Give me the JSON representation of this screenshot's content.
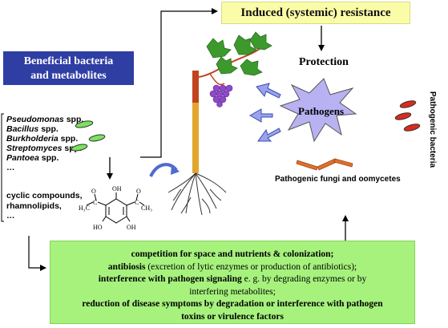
{
  "induced_resistance": "Induced (systemic) resistance",
  "beneficial": {
    "line1": "Beneficial bacteria",
    "line2": "and metabolites"
  },
  "protection": "Protection",
  "pathogens": "Pathogens",
  "pathogenic_bacteria": "Pathogenic bacteria",
  "pathogenic_fungi": "Pathogenic fungi and oomycetes",
  "species": [
    {
      "genus": "Pseudomonas",
      "suffix": " spp."
    },
    {
      "genus": "Bacillus",
      "suffix": " spp."
    },
    {
      "genus": "Burkholderia",
      "suffix": " spp."
    },
    {
      "genus": "Streptomyces",
      "suffix": " spp."
    },
    {
      "genus": "Pantoea",
      "suffix": " spp."
    }
  ],
  "species_more": "…",
  "compounds": {
    "line1": "cyclic compounds,",
    "line2": "rhamnolipids,",
    "line3": "…"
  },
  "molecule_labels": {
    "oh_top": "OH",
    "o_left": "O",
    "o_right": "O",
    "h3c": "H₃C",
    "c_left": "C",
    "c_right": "C",
    "ch3": "CH₃",
    "ho": "HO",
    "oh_bottom": "OH"
  },
  "mechanisms": {
    "line1": "competition for space and nutrients & colonization;",
    "line2_bold": "antibiosis",
    "line2_rest": " (excretion of lytic enzymes or production of antibiotics);",
    "line3_bold": "interference with pathogen signaling",
    "line3_rest": " e. g. by degrading enzymes or  by",
    "line4": "interfering metabolites;",
    "line5": "reduction of disease symptoms by degradation or interference with pathogen",
    "line6": "toxins or virulence factors"
  },
  "colors": {
    "induced_box": "#fbfca7",
    "beneficial_box": "#2f3ea3",
    "mechanisms_box": "#a6f27d",
    "pathogens_star": "#b8b2f3",
    "grapes": "#8e49c9",
    "leaves": "#3c9a2c",
    "fungi": "#e0702c",
    "pathogenic_bacteria": "#d92b1c",
    "beneficial_bacteria": "#7be35c"
  }
}
